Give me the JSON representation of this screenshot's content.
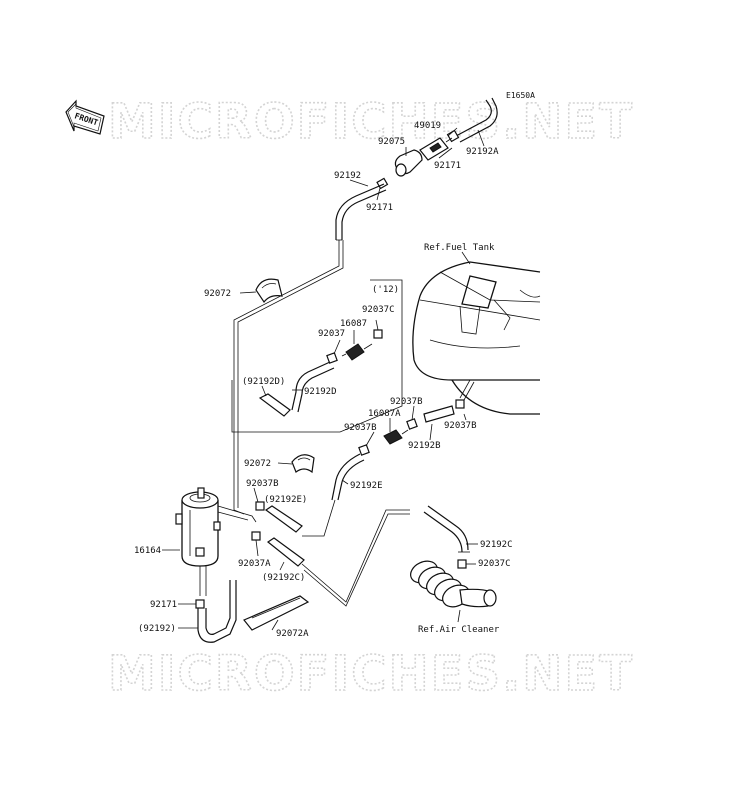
{
  "watermark": "MICROFICHES.NET",
  "diagram_code": "E1650A",
  "front_label": "FRONT",
  "refs": {
    "fuel_tank": "Ref.Fuel Tank",
    "air_cleaner": "Ref.Air Cleaner"
  },
  "variant_label": "('12)",
  "labels": {
    "p49019": "49019",
    "p92075": "92075",
    "p92171_top": "92171",
    "p92192A": "92192A",
    "p92192": "92192",
    "p92171_mid": "92171",
    "p92072_top": "92072",
    "p92037C_box": "92037C",
    "p16087": "16087",
    "p92037_box": "92037",
    "p92192D_paren": "(92192D)",
    "p92192D": "92192D",
    "p92037B_a": "92037B",
    "p92037B_b": "92037B",
    "p16087A": "16087A",
    "p92037B_c": "92037B",
    "p92192B": "92192B",
    "p92072_mid": "92072",
    "p92037B_d": "92037B",
    "p92192E_paren": "(92192E)",
    "p92192E": "92192E",
    "p16164": "16164",
    "p92037A": "92037A",
    "p92192C_paren": "(92192C)",
    "p92192C": "92192C",
    "p92037C": "92037C",
    "p92171_low": "92171",
    "p92192_paren": "(92192)",
    "p92072A": "92072A"
  }
}
